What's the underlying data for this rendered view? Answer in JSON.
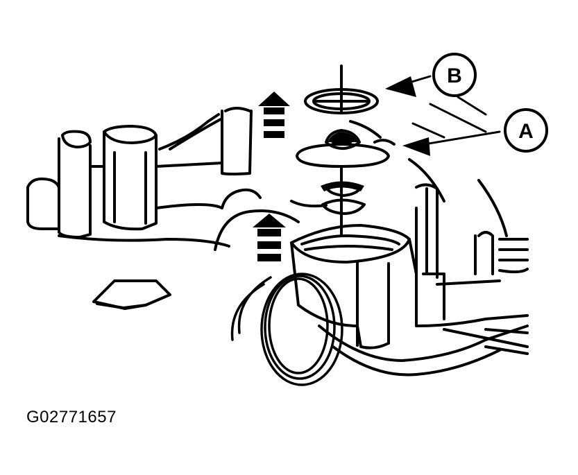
{
  "callouts": {
    "a": "A",
    "b": "B"
  },
  "figure_id": "G02771657",
  "colors": {
    "ink": "#000000",
    "paper": "#ffffff"
  },
  "icons": {
    "up_arrow": "up-arrow-icon",
    "direction_arrow": "direction-arrow-icon",
    "pointer_arrow": "pointer-arrow-icon"
  }
}
